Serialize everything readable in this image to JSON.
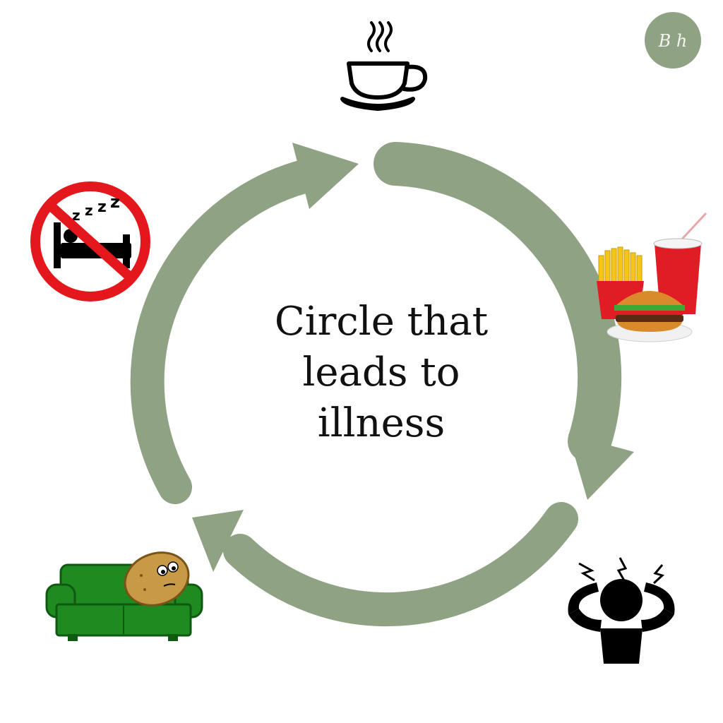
{
  "colors": {
    "arrow": "#8fa283",
    "logo_bg": "#8fa283",
    "logo_text": "#f3f5ee",
    "icon_black": "#000000",
    "no_sign": "#e4181c",
    "sofa": "#1f8a20",
    "sofa_dark": "#0e5a10",
    "potato": "#c99a45",
    "soda": "#e01d25",
    "fries": "#f5c518",
    "fries_box": "#e01d25",
    "bun": "#d98a2b",
    "lettuce": "#3ea832",
    "patty": "#5a2a14"
  },
  "center": {
    "lines": [
      "Circle that",
      "leads to",
      "illness"
    ]
  },
  "logo": {
    "text": "B h"
  },
  "icons": [
    "coffee-cup-icon",
    "fast-food-icon",
    "stressed-person-icon",
    "couch-potato-icon",
    "no-sleep-icon"
  ]
}
